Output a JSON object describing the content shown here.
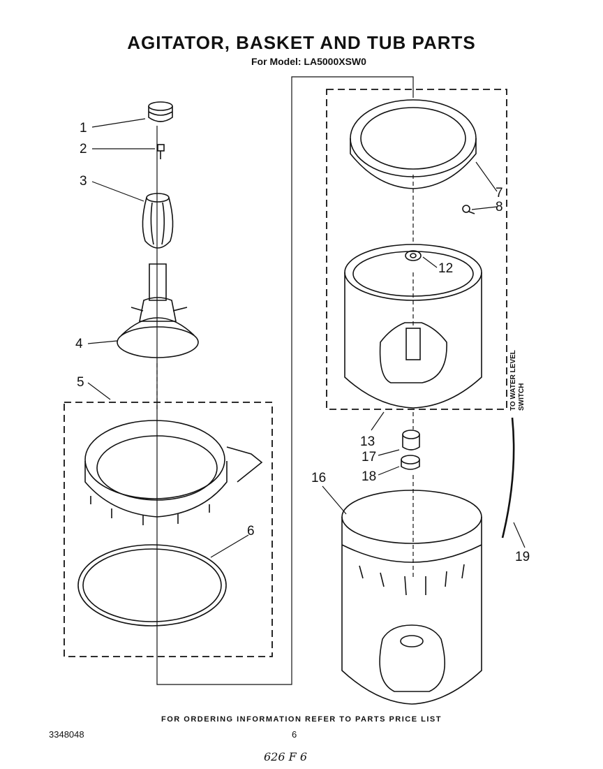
{
  "title": "AGITATOR, BASKET AND TUB PARTS",
  "subtitle": "For Model: LA5000XSW0",
  "footer": "FOR ORDERING INFORMATION REFER TO PARTS PRICE LIST",
  "doc_number": "3348048",
  "page_number": "6",
  "handwritten_note": "626 F 6",
  "side_note": {
    "line1": "TO WATER LEVEL",
    "line2": "SWITCH"
  },
  "callouts": [
    "1",
    "2",
    "3",
    "4",
    "5",
    "6",
    "7",
    "8",
    "12",
    "13",
    "16",
    "17",
    "18",
    "19"
  ]
}
